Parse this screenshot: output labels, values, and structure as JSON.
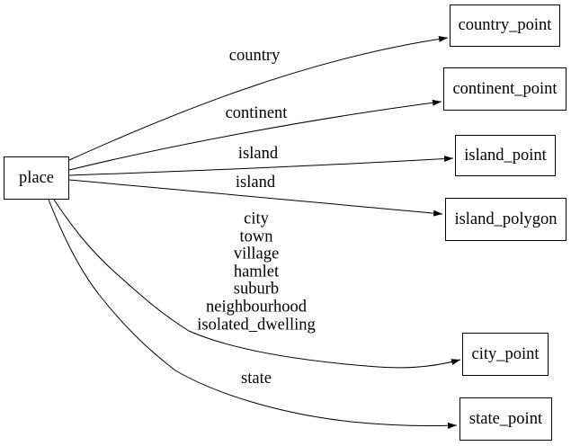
{
  "diagram": {
    "type": "directed-graph",
    "background_color": "#ffffff",
    "line_color": "#000000",
    "nodes": [
      {
        "id": "place",
        "label": "place"
      },
      {
        "id": "country_point",
        "label": "country_point"
      },
      {
        "id": "continent_point",
        "label": "continent_point"
      },
      {
        "id": "island_point",
        "label": "island_point"
      },
      {
        "id": "island_polygon",
        "label": "island_polygon"
      },
      {
        "id": "city_point",
        "label": "city_point"
      },
      {
        "id": "state_point",
        "label": "state_point"
      }
    ],
    "edges": [
      {
        "from": "place",
        "to": "country_point",
        "label": "country"
      },
      {
        "from": "place",
        "to": "continent_point",
        "label": "continent"
      },
      {
        "from": "place",
        "to": "island_point",
        "label": "island"
      },
      {
        "from": "place",
        "to": "island_polygon",
        "label": "island"
      },
      {
        "from": "place",
        "to": "city_point",
        "label": "city\ntown\nvillage\nhamlet\nsuburb\nneighbourhood\nisolated_dwelling"
      },
      {
        "from": "place",
        "to": "state_point",
        "label": "state"
      }
    ]
  }
}
